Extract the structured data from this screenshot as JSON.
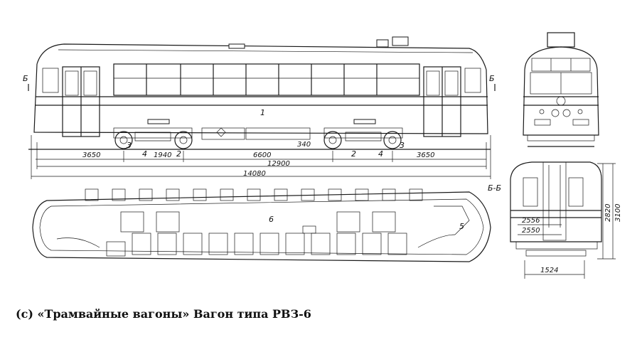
{
  "caption": "(с) «Трамвайные вагоны» Вагон типа РВЗ-6",
  "side_view": {
    "part_number": "1",
    "section_mark_left": "Б",
    "section_mark_right": "Б",
    "dims": {
      "d3650_left": "3650",
      "d1940": "1940",
      "d6600": "6600",
      "d340": "340",
      "d3650_right": "3650",
      "d12900": "12900",
      "d14080": "14080"
    },
    "callouts": {
      "c3_left": "3",
      "c4_left": "4",
      "c2_left": "2",
      "c2_right": "2",
      "c4_right": "4",
      "c3_right": "3"
    }
  },
  "plan_view": {
    "part_number": "6",
    "part_number_cab": "5"
  },
  "section_view": {
    "title": "Б-Б",
    "dims": {
      "d2556": "2556",
      "d2550": "2550",
      "d1524": "1524",
      "d2820": "2820",
      "d3100": "3100"
    }
  }
}
